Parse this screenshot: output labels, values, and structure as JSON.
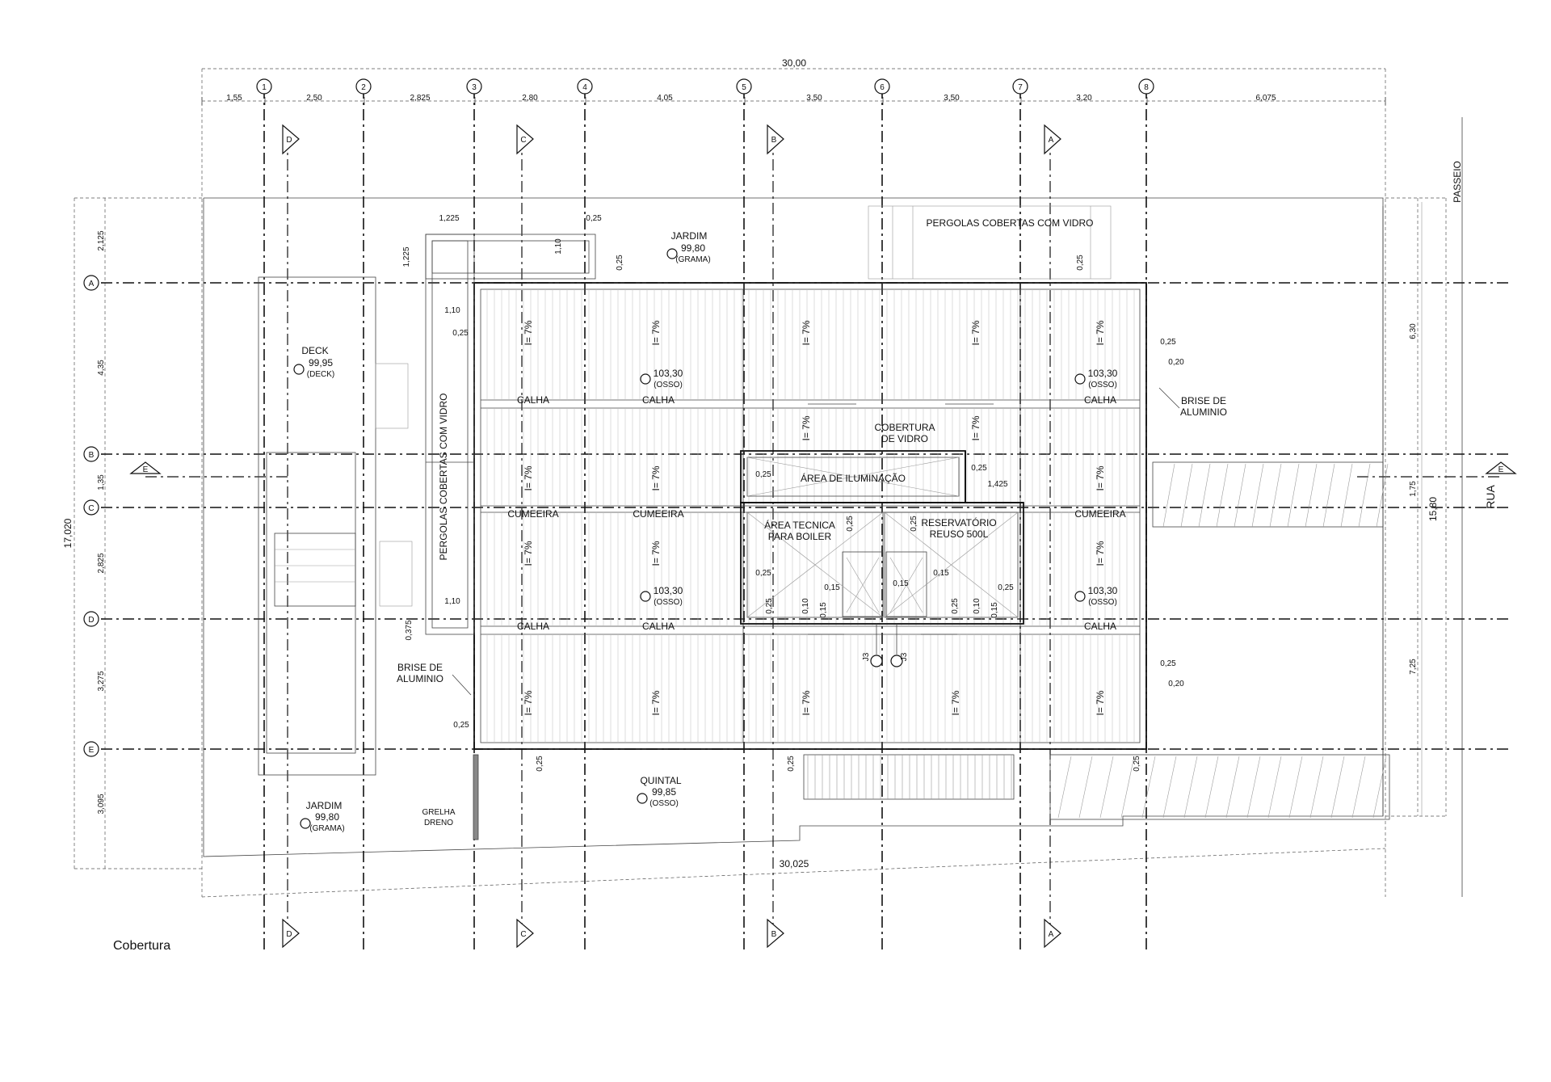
{
  "drawing": {
    "view_title": "Cobertura",
    "grid_columns": [
      "1",
      "2",
      "3",
      "4",
      "5",
      "6",
      "7",
      "8"
    ],
    "grid_rows": [
      "A",
      "B",
      "C",
      "D",
      "E"
    ],
    "section_marks": [
      "D",
      "C",
      "B",
      "A",
      "E"
    ],
    "dims_top": {
      "overall": "30,00",
      "segments": [
        "1,55",
        "2,50",
        "2,825",
        "2,80",
        "4,05",
        "3,50",
        "3,50",
        "3,20",
        "6,075"
      ]
    },
    "dims_bottom": {
      "overall": "30,025"
    },
    "dims_left": {
      "overall": "17,020",
      "segments": [
        "2,125",
        "4,35",
        "1,35",
        "2,825",
        "3,275",
        "3,095"
      ]
    },
    "dims_right": {
      "overall": "15,80",
      "segments": [
        "6,30",
        "1,75",
        "7,25"
      ]
    },
    "labels": {
      "pergolas_top": "PERGOLAS COBERTAS COM VIDRO",
      "pergolas_left": "PERGOLAS COBERTAS COM VIDRO",
      "passeio": "PASSEIO",
      "rua": "RUA",
      "calha": "CALHA",
      "cumeeira": "CUMEEIRA",
      "cobertura_vidro_1": "COBERTURA",
      "cobertura_vidro_2": "DE VIDRO",
      "area_iluminacao": "ÁREA DE ILUMINAÇÃO",
      "area_tecnica_1": "ÁREA TECNICA",
      "area_tecnica_2": "PARA BOILER",
      "reservatorio_1": "RESERVATÓRIO",
      "reservatorio_2": "REUSO 500L",
      "brise_1": "BRISE DE",
      "brise_2": "ALUMINIO",
      "grelha_1": "GRELHA",
      "grelha_2": "DRENO",
      "slope": "I= 7%",
      "j3": "J3"
    },
    "levels": {
      "jardim_top": {
        "name": "JARDIM",
        "value": "99,80",
        "material": "(GRAMA)"
      },
      "deck": {
        "name": "DECK",
        "value": "99,95",
        "material": "(DECK)"
      },
      "roof": {
        "value": "103,30",
        "material": "(OSSO)"
      },
      "quintal": {
        "name": "QUINTAL",
        "value": "99,85",
        "material": "(OSSO)"
      },
      "jardim_bottom": {
        "name": "JARDIM",
        "value": "99,80",
        "material": "(GRAMA)"
      }
    },
    "small_dims": {
      "d025": "0,25",
      "d015": "0,15",
      "d010": "0,10",
      "d020": "0,20",
      "d110": "1,10",
      "d1225": "1,225",
      "d0375": "0,375",
      "d1425": "1,425"
    }
  }
}
